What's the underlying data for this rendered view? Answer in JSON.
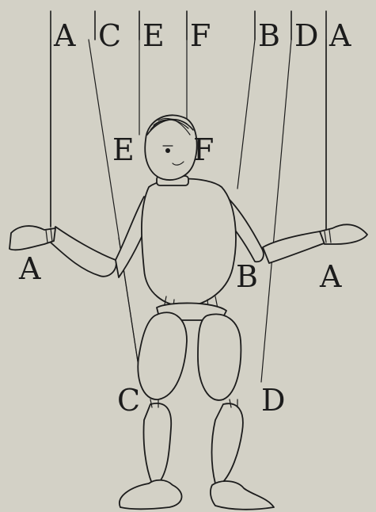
{
  "colors": {
    "background": "#d3d1c6",
    "ink": "#1c1c1c"
  },
  "figure": "marionette",
  "labels": {
    "top": [
      "A",
      "C",
      "E",
      "F",
      "B",
      "D",
      "A"
    ],
    "face_left": "E",
    "face_right": "F",
    "hand_left": "A",
    "hand_right": "A",
    "hip_right": "B",
    "knee_left": "C",
    "knee_right": "D"
  }
}
